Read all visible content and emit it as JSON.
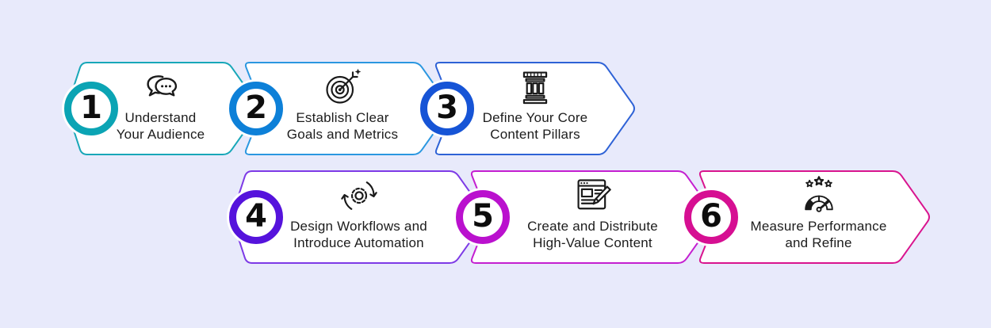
{
  "background_color": "#e8eafb",
  "text_color": "#1c1c1c",
  "steps": [
    {
      "number": "1",
      "lines": [
        "Understand",
        "Your Audience"
      ],
      "icon": "chat-bubbles-icon",
      "ring_color": "#0ba4b4",
      "shape_stroke": "#18a7b8"
    },
    {
      "number": "2",
      "lines": [
        "Establish Clear",
        "Goals and Metrics"
      ],
      "icon": "target-goals-icon",
      "ring_color": "#0d80d8",
      "shape_stroke": "#2b97e0"
    },
    {
      "number": "3",
      "lines": [
        "Define Your Core",
        "Content Pillars"
      ],
      "icon": "pillars-icon",
      "ring_color": "#1654d6",
      "shape_stroke": "#2e62d6"
    },
    {
      "number": "4",
      "lines": [
        "Design Workflows and",
        "Introduce Automation"
      ],
      "icon": "automation-gear-icon",
      "ring_color": "#5513dc",
      "shape_stroke": "#7d3ae6"
    },
    {
      "number": "5",
      "lines": [
        "Create and Distribute",
        "High-Value Content"
      ],
      "icon": "content-creation-icon",
      "ring_color": "#ba11ce",
      "shape_stroke": "#c41fd0"
    },
    {
      "number": "6",
      "lines": [
        "Measure Performance",
        "and Refine"
      ],
      "icon": "performance-gauge-icon",
      "ring_color": "#d60f92",
      "shape_stroke": "#d9148e"
    }
  ]
}
